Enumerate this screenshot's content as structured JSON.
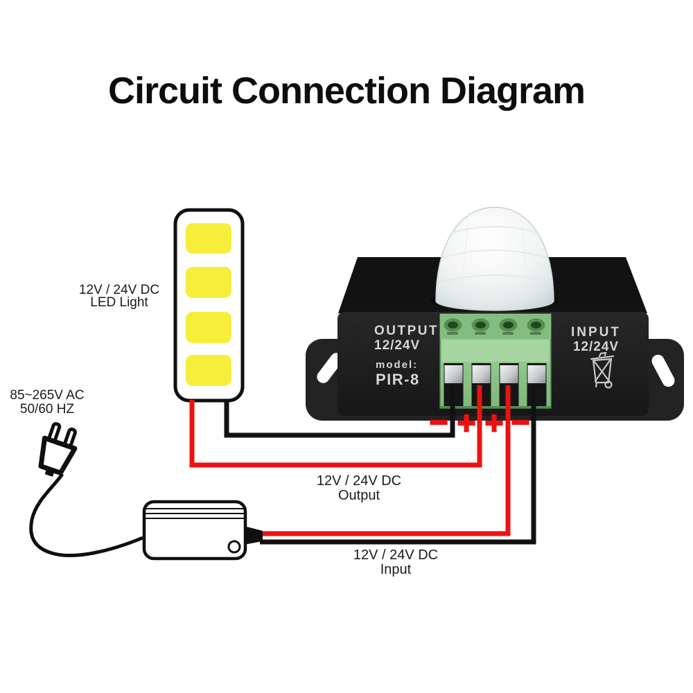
{
  "title": "Circuit Connection Diagram",
  "labels": {
    "led": {
      "line1": "12V / 24V DC",
      "line2": "LED Light"
    },
    "ac": {
      "line1": "85~265V AC",
      "line2": "50/60 HZ"
    },
    "output": {
      "line1": "12V / 24V DC",
      "line2": "Output"
    },
    "input": {
      "line1": "12V / 24V DC",
      "line2": "Input"
    }
  },
  "device": {
    "output_port": {
      "line1": "OUTPUT",
      "line2": "12/24V"
    },
    "model": {
      "line1": "model:",
      "line2": "PIR-8"
    },
    "input_port": {
      "line1": "INPUT",
      "line2": "12/24V"
    }
  },
  "terminals": {
    "polarity": [
      "−",
      "+",
      "+",
      "−"
    ]
  },
  "icons": {
    "weee": "crossed-out-wheelie-bin",
    "pir_dome": "pir-sensor-dome",
    "ac_plug": "two-prong-ac-plug"
  },
  "colors": {
    "wire_positive": "#ee1111",
    "wire_negative": "#111111",
    "led_yellow": "#f6ee3b",
    "terminal_green": "#93c88f",
    "device_black": "#1e1e1e"
  }
}
